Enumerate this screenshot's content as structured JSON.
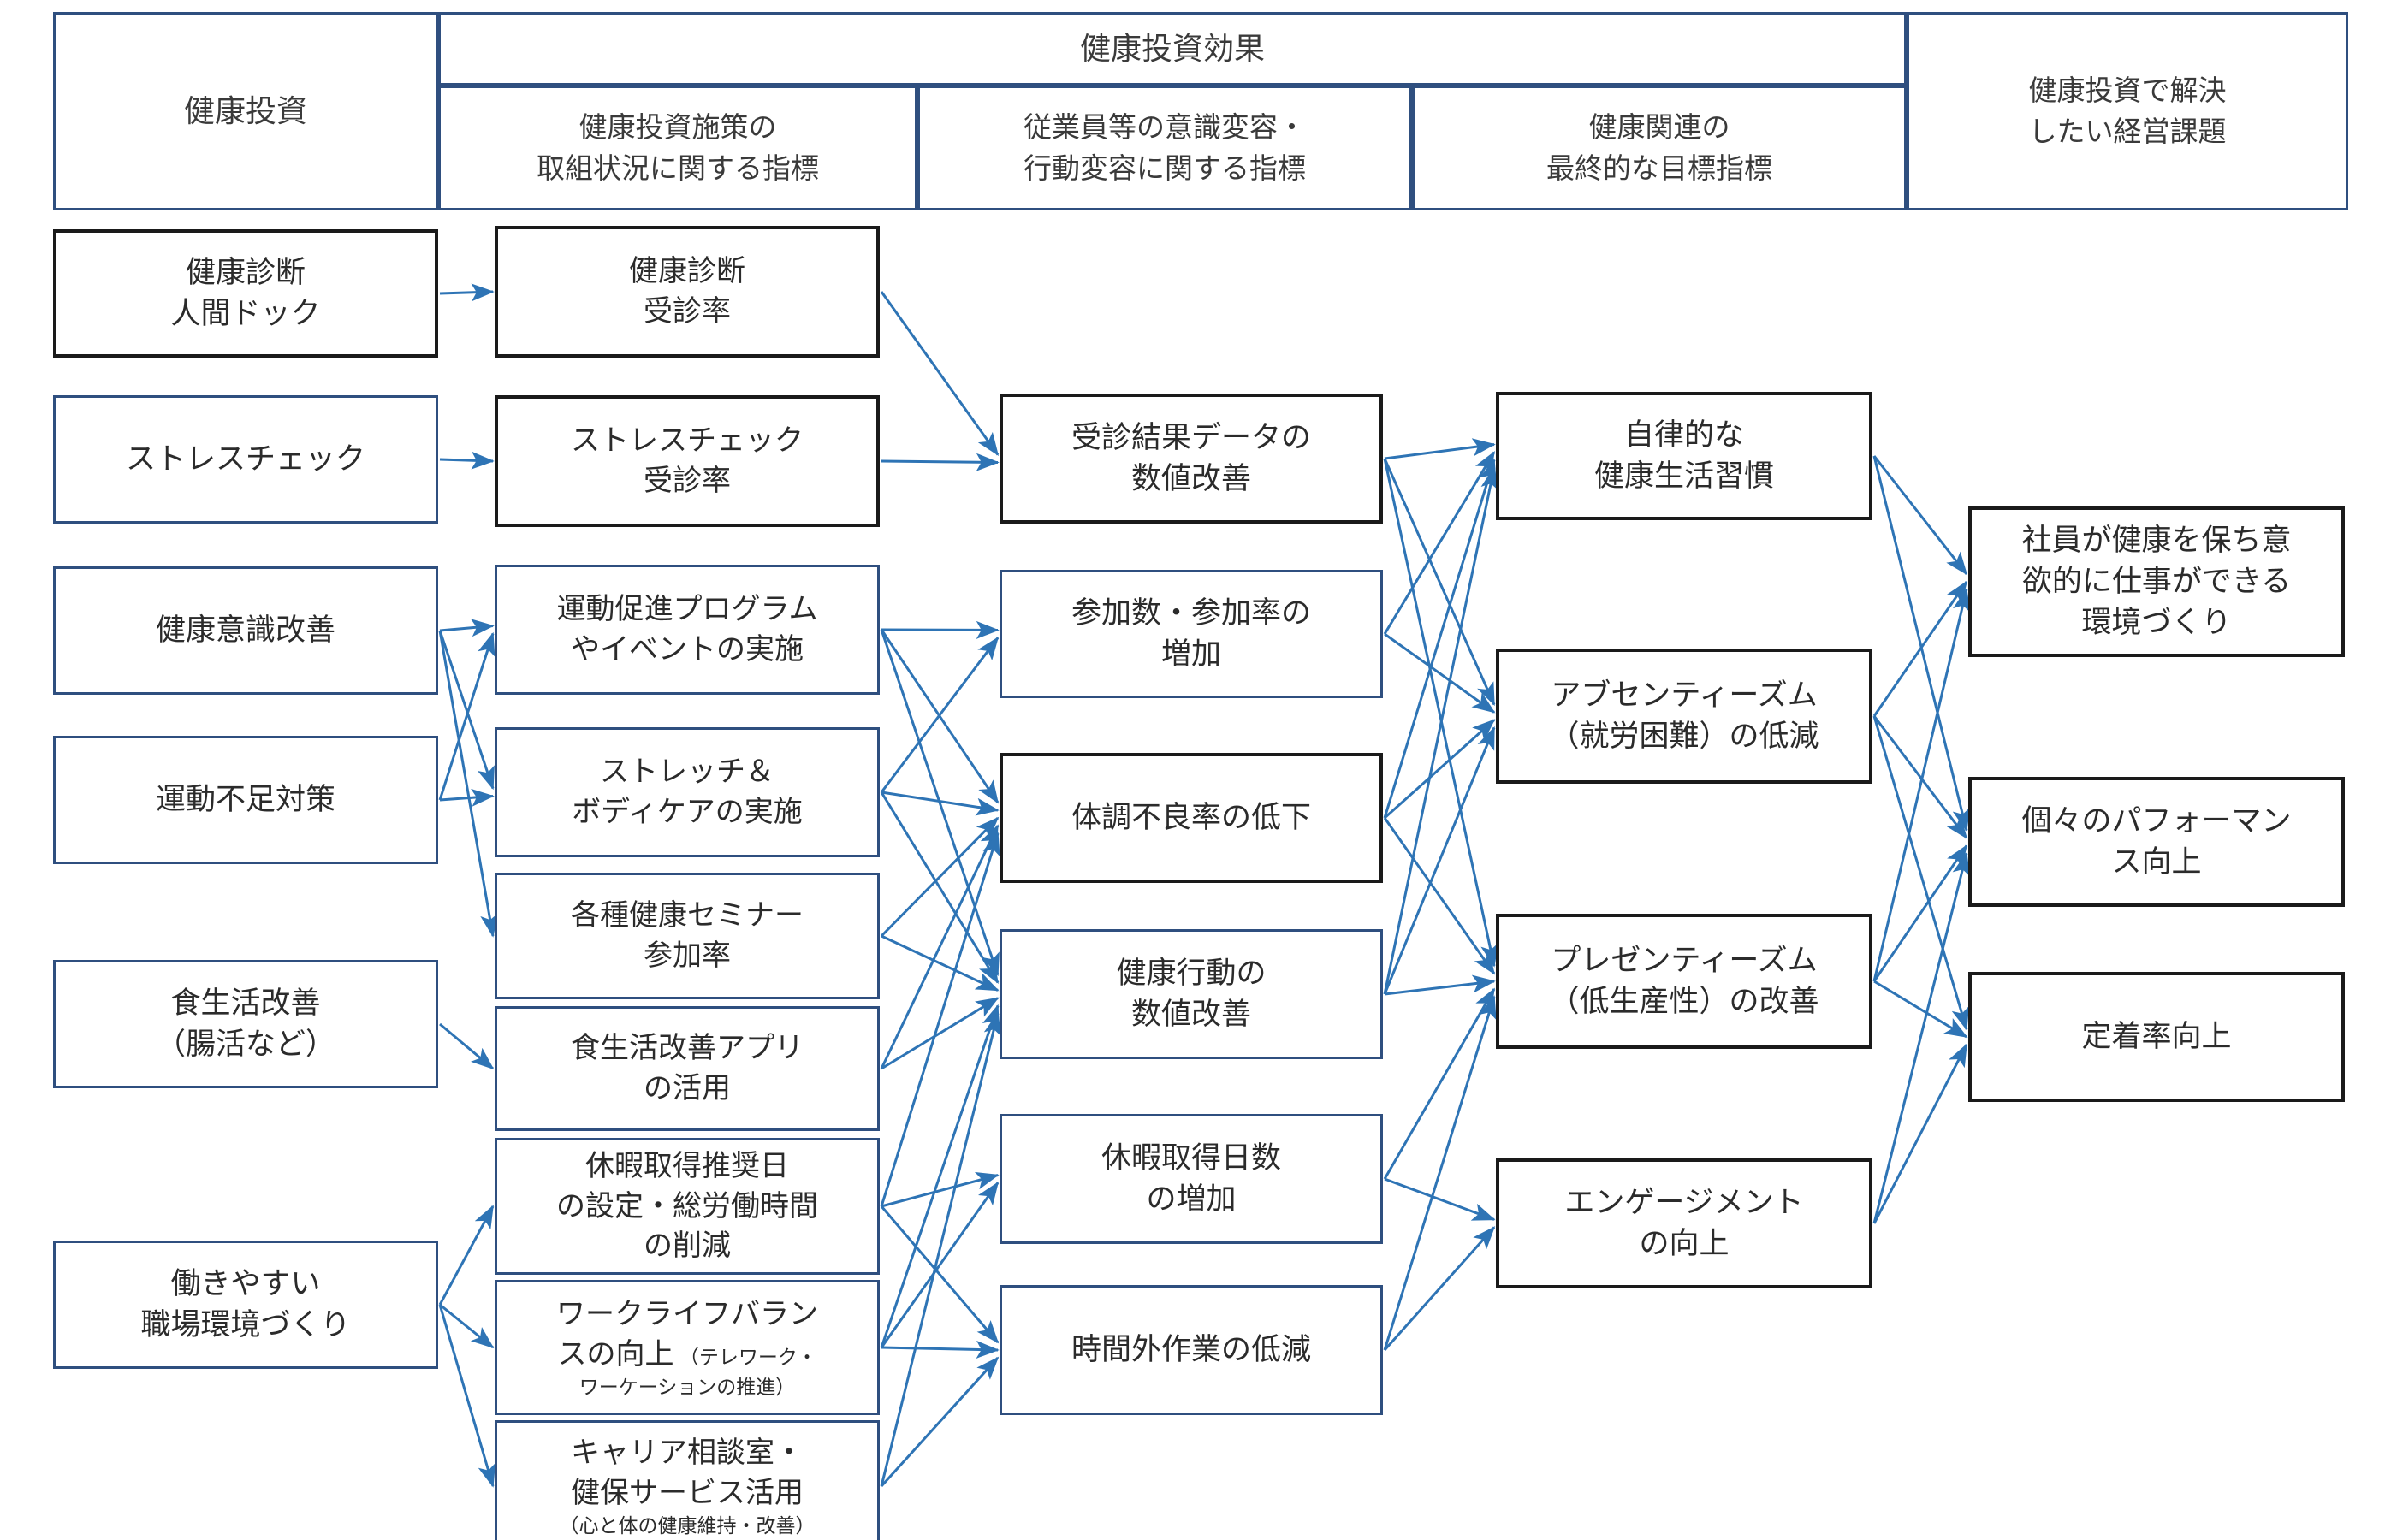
{
  "diagram": {
    "title_note": "健康投資戦略マップ",
    "accent_color": "#2e74b5",
    "border_navy": "#2f4f7f",
    "border_black": "#1a1a1a"
  },
  "header": {
    "col1": "健康投資",
    "group_effect": "健康投資効果",
    "col2_l1": "健康投資施策の",
    "col2_l2": "取組状況に関する指標",
    "col3_l1": "従業員等の意識変容・",
    "col3_l2": "行動変容に関する指標",
    "col4_l1": "健康関連の",
    "col4_l2": "最終的な目標指標",
    "col5_l1": "健康投資で解決",
    "col5_l2": "したい経営課題"
  },
  "col1_investment": [
    {
      "id": "i1",
      "lines": [
        "健康診断",
        "人間ドック"
      ],
      "style": "black"
    },
    {
      "id": "i2",
      "lines": [
        "ストレスチェック"
      ],
      "style": "navy"
    },
    {
      "id": "i3",
      "lines": [
        "健康意識改善"
      ],
      "style": "navy"
    },
    {
      "id": "i4",
      "lines": [
        "運動不足対策"
      ],
      "style": "navy"
    },
    {
      "id": "i5",
      "lines": [
        "食生活改善",
        "（腸活など）"
      ],
      "style": "navy"
    },
    {
      "id": "i6",
      "lines": [
        "働きやすい",
        "職場環境づくり"
      ],
      "style": "navy"
    }
  ],
  "col2_measures": [
    {
      "id": "m1",
      "lines": [
        "健康診断",
        "受診率"
      ],
      "sub": "",
      "style": "black"
    },
    {
      "id": "m2",
      "lines": [
        "ストレスチェック",
        "受診率"
      ],
      "sub": "",
      "style": "black"
    },
    {
      "id": "m3",
      "lines": [
        "運動促進プログラム",
        "やイベントの実施"
      ],
      "sub": "",
      "style": "navy"
    },
    {
      "id": "m4",
      "lines": [
        "ストレッチ＆",
        "ボディケアの実施"
      ],
      "sub": "",
      "style": "navy"
    },
    {
      "id": "m5",
      "lines": [
        "各種健康セミナー",
        "参加率"
      ],
      "sub": "",
      "style": "navy"
    },
    {
      "id": "m6",
      "lines": [
        "食生活改善アプリ",
        "の活用"
      ],
      "sub": "",
      "style": "navy"
    },
    {
      "id": "m7",
      "lines": [
        "休暇取得推奨日",
        "の設定・総労働時間",
        "の削減"
      ],
      "sub": "",
      "style": "navy"
    },
    {
      "id": "m8",
      "lines": [
        "ワークライフバラン",
        "スの向上"
      ],
      "inline_sub": "（テレワーク・",
      "sub": "ワーケーションの推進）",
      "style": "navy"
    },
    {
      "id": "m9",
      "lines": [
        "キャリア相談室・",
        "健保サービス活用"
      ],
      "sub": "（心と体の健康維持・改善）",
      "style": "navy"
    }
  ],
  "col3_behavior": [
    {
      "id": "b1",
      "lines": [
        "受診結果データの",
        "数値改善"
      ],
      "style": "black"
    },
    {
      "id": "b2",
      "lines": [
        "参加数・参加率の",
        "増加"
      ],
      "style": "navy"
    },
    {
      "id": "b3",
      "lines": [
        "体調不良率の低下"
      ],
      "style": "black"
    },
    {
      "id": "b4",
      "lines": [
        "健康行動の",
        "数値改善"
      ],
      "style": "navy"
    },
    {
      "id": "b5",
      "lines": [
        "休暇取得日数",
        "の増加"
      ],
      "style": "navy"
    },
    {
      "id": "b6",
      "lines": [
        "時間外作業の低減"
      ],
      "style": "navy"
    }
  ],
  "col4_targets": [
    {
      "id": "t1",
      "lines": [
        "自律的な",
        "健康生活習慣"
      ],
      "style": "black"
    },
    {
      "id": "t2",
      "lines": [
        "アブセンティーズム",
        "（就労困難）の低減"
      ],
      "style": "black"
    },
    {
      "id": "t3",
      "lines": [
        "プレゼンティーズム",
        "（低生産性）の改善"
      ],
      "style": "black"
    },
    {
      "id": "t4",
      "lines": [
        "エンゲージメント",
        "の向上"
      ],
      "style": "black"
    }
  ],
  "col5_issues": [
    {
      "id": "g1",
      "lines": [
        "社員が健康を保ち意",
        "欲的に仕事ができる",
        "環境づくり"
      ],
      "style": "black"
    },
    {
      "id": "g2",
      "lines": [
        "個々のパフォーマン",
        "ス向上"
      ],
      "style": "black"
    },
    {
      "id": "g3",
      "lines": [
        "定着率向上"
      ],
      "style": "black"
    }
  ],
  "edges": [
    [
      "i1",
      "m1"
    ],
    [
      "i2",
      "m2"
    ],
    [
      "i3",
      "m3"
    ],
    [
      "i3",
      "m4"
    ],
    [
      "i3",
      "m5"
    ],
    [
      "i4",
      "m3"
    ],
    [
      "i4",
      "m4"
    ],
    [
      "i5",
      "m6"
    ],
    [
      "i6",
      "m7"
    ],
    [
      "i6",
      "m8"
    ],
    [
      "i6",
      "m9"
    ],
    [
      "m1",
      "b1"
    ],
    [
      "m2",
      "b1"
    ],
    [
      "m3",
      "b2"
    ],
    [
      "m3",
      "b3"
    ],
    [
      "m3",
      "b4"
    ],
    [
      "m4",
      "b2"
    ],
    [
      "m4",
      "b3"
    ],
    [
      "m4",
      "b4"
    ],
    [
      "m5",
      "b3"
    ],
    [
      "m5",
      "b4"
    ],
    [
      "m6",
      "b3"
    ],
    [
      "m6",
      "b4"
    ],
    [
      "m7",
      "b3"
    ],
    [
      "m7",
      "b5"
    ],
    [
      "m7",
      "b6"
    ],
    [
      "m8",
      "b4"
    ],
    [
      "m8",
      "b5"
    ],
    [
      "m8",
      "b6"
    ],
    [
      "m9",
      "b4"
    ],
    [
      "m9",
      "b6"
    ],
    [
      "b1",
      "t1"
    ],
    [
      "b1",
      "t2"
    ],
    [
      "b1",
      "t3"
    ],
    [
      "b2",
      "t1"
    ],
    [
      "b2",
      "t2"
    ],
    [
      "b3",
      "t1"
    ],
    [
      "b3",
      "t2"
    ],
    [
      "b3",
      "t3"
    ],
    [
      "b4",
      "t1"
    ],
    [
      "b4",
      "t2"
    ],
    [
      "b4",
      "t3"
    ],
    [
      "b5",
      "t3"
    ],
    [
      "b5",
      "t4"
    ],
    [
      "b6",
      "t3"
    ],
    [
      "b6",
      "t4"
    ],
    [
      "t1",
      "g1"
    ],
    [
      "t1",
      "g2"
    ],
    [
      "t2",
      "g1"
    ],
    [
      "t2",
      "g2"
    ],
    [
      "t2",
      "g3"
    ],
    [
      "t3",
      "g1"
    ],
    [
      "t3",
      "g2"
    ],
    [
      "t3",
      "g3"
    ],
    [
      "t4",
      "g2"
    ],
    [
      "t4",
      "g3"
    ]
  ]
}
